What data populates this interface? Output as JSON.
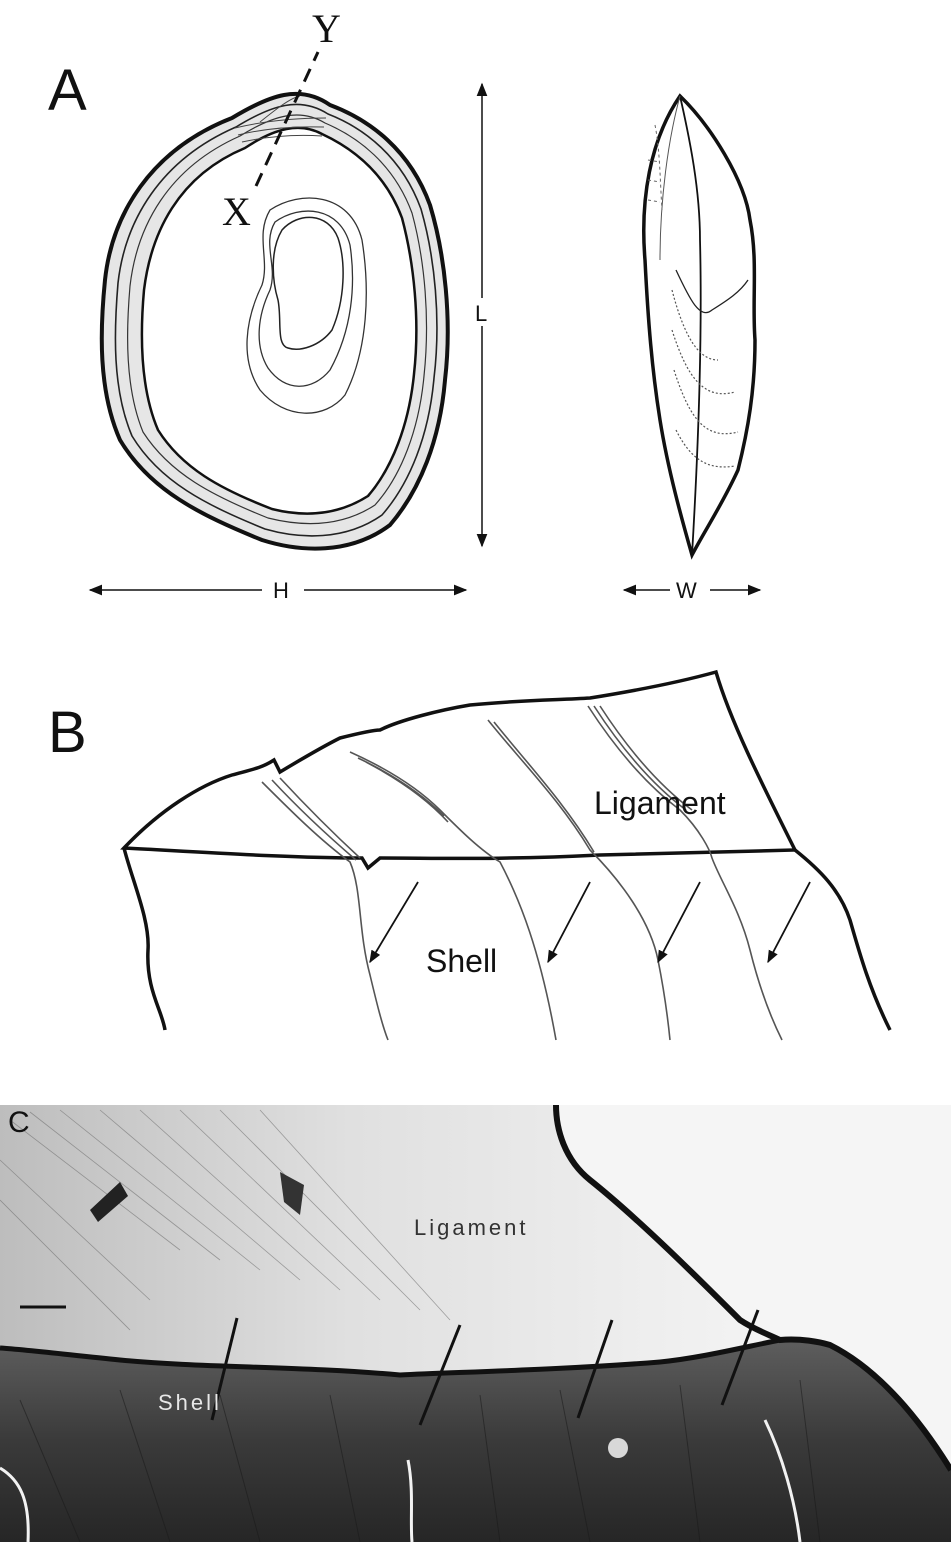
{
  "panel_a": {
    "letter": "A",
    "section_end_top": "Y",
    "section_end_bottom": "X",
    "dimension_length": "L",
    "dimension_height": "H",
    "dimension_width": "W"
  },
  "panel_b": {
    "letter": "B",
    "ligament_label": "Ligament",
    "shell_label": "Shell"
  },
  "panel_c": {
    "letter": "C",
    "ligament_label": "Ligament",
    "shell_label": "Shell"
  }
}
